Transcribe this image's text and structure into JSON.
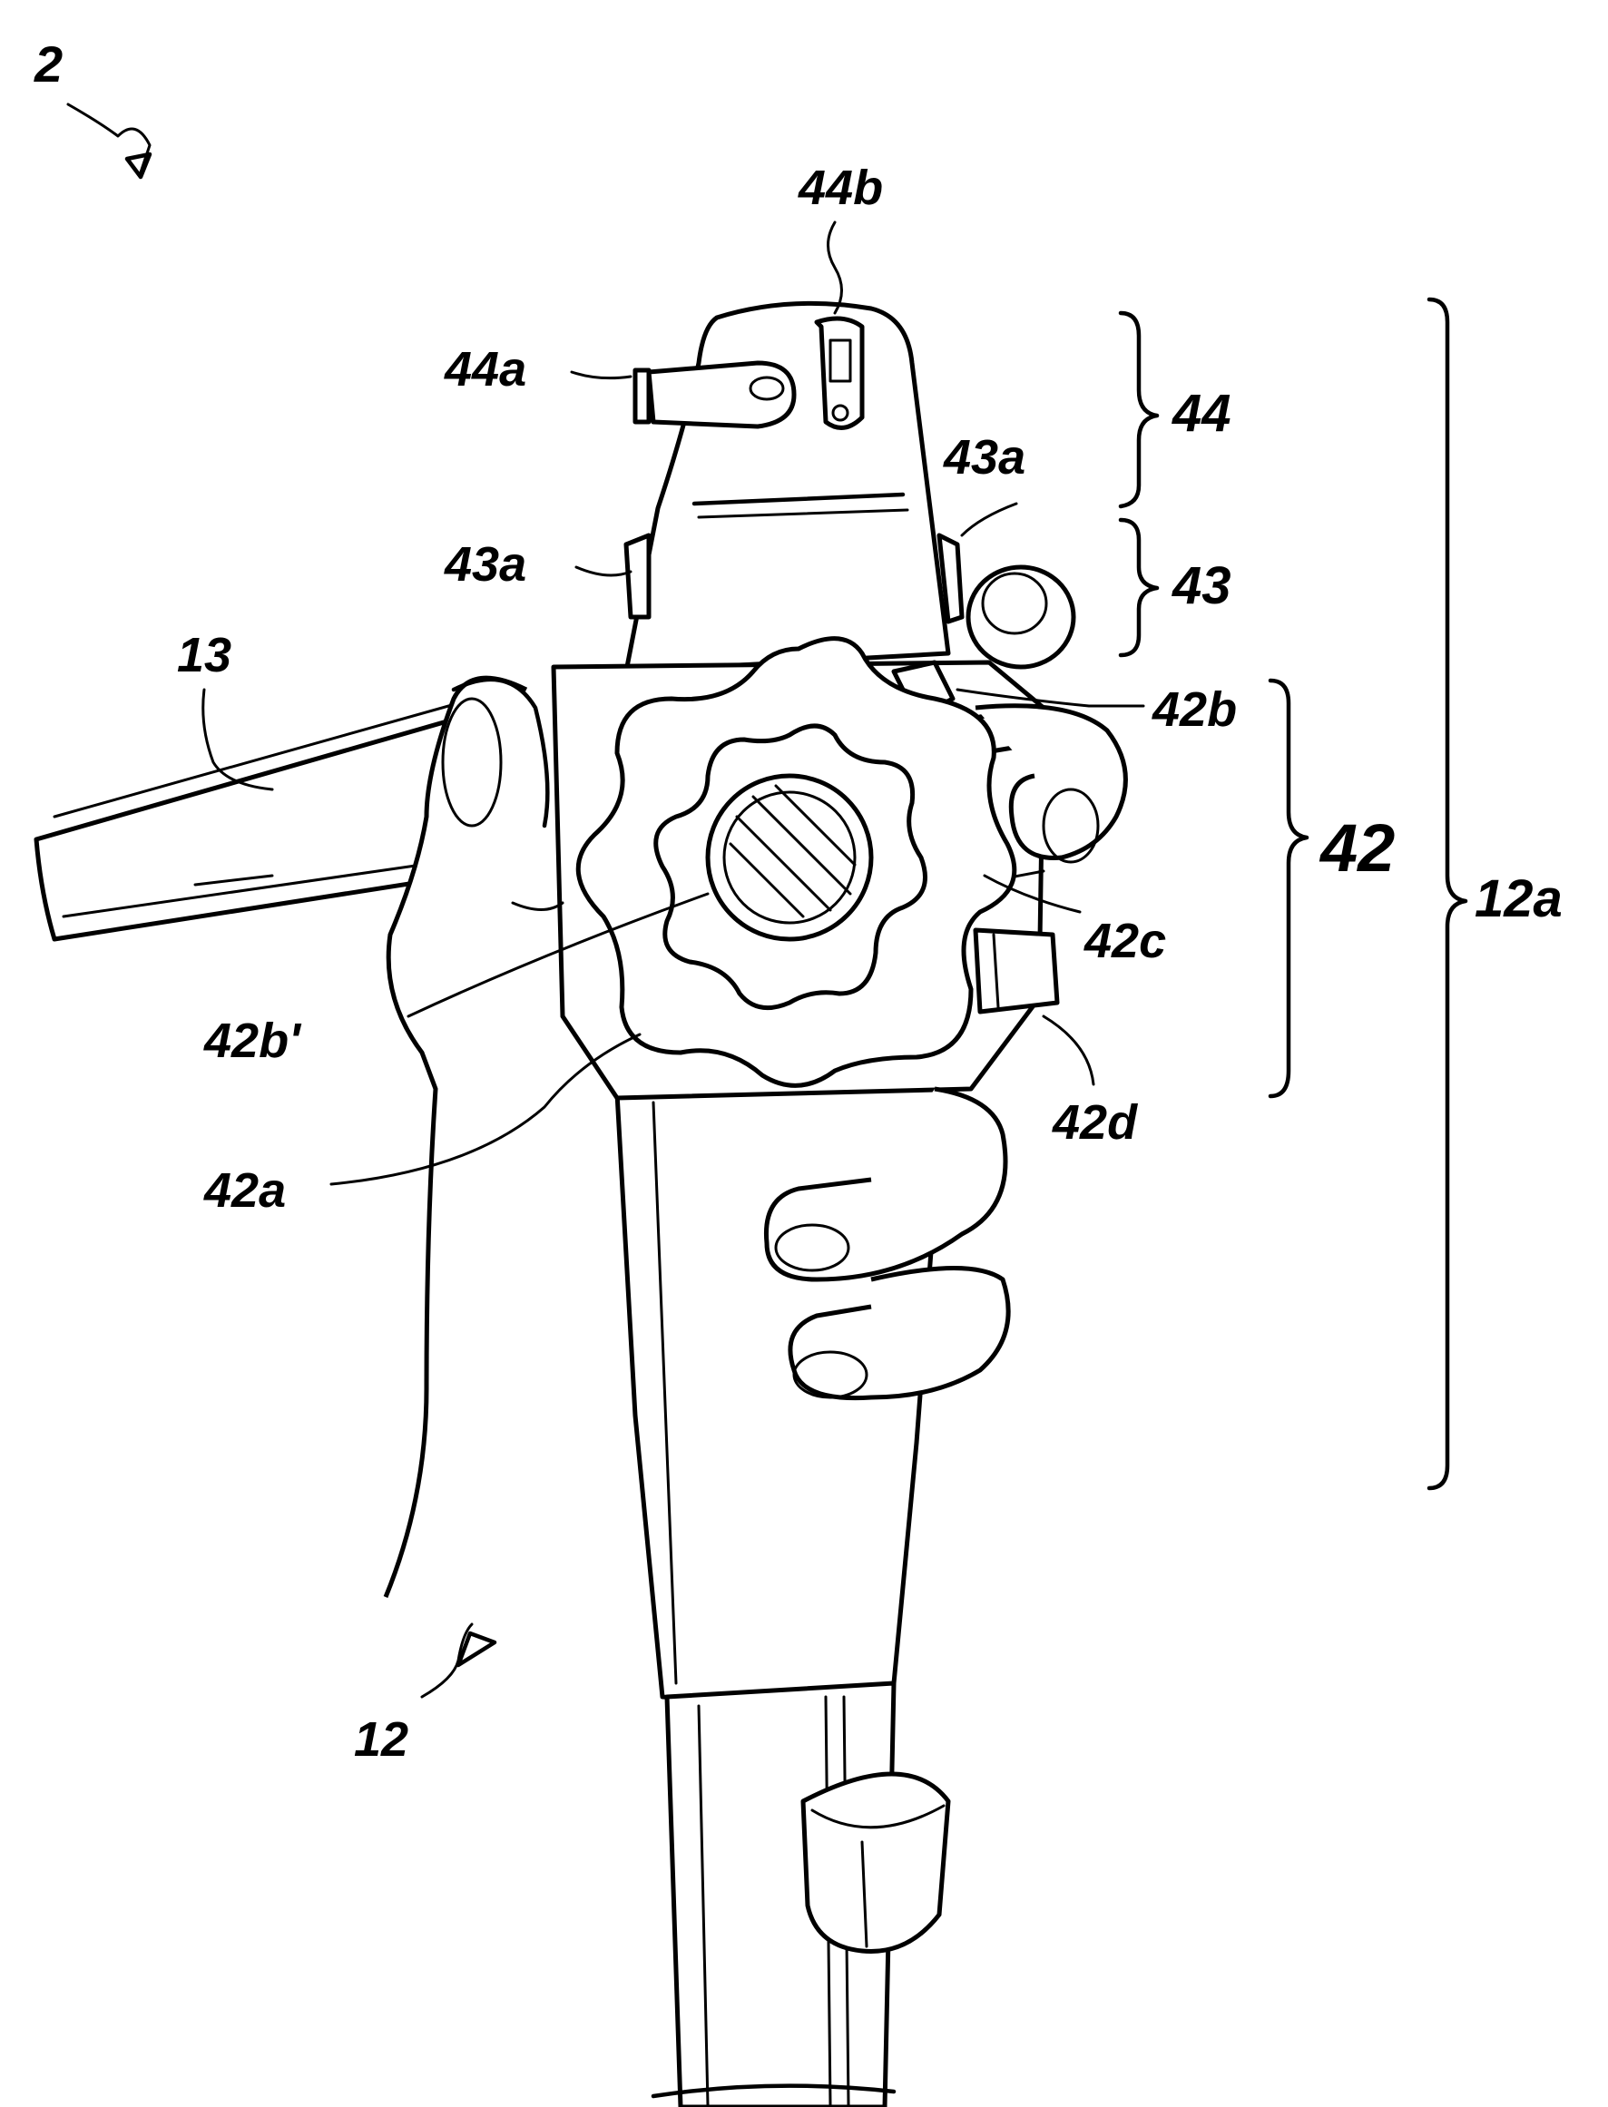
{
  "labels": {
    "fig_ref": "2",
    "l44b": "44b",
    "l44a": "44a",
    "l44": "44",
    "l43a_right": "43a",
    "l43a_left": "43a",
    "l43": "43",
    "l13": "13",
    "l42b": "42b",
    "l42": "42",
    "l12a": "12a",
    "l42c": "42c",
    "l42b_prime": "42b'",
    "l42d": "42d",
    "l42a": "42a",
    "l12": "12"
  },
  "colors": {
    "ink": "#000000",
    "paper": "#ffffff"
  }
}
